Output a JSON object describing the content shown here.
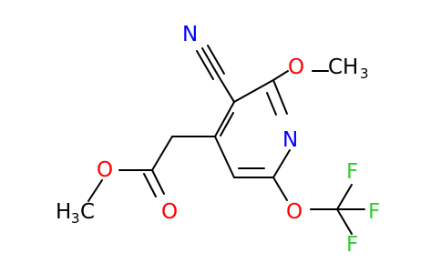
{
  "molecule": {
    "background": "#ffffff",
    "colors": {
      "carbon": "#000000",
      "nitrogen": "#0000ff",
      "oxygen": "#ff0000",
      "fluorine": "#33cc33"
    },
    "atoms": {
      "nitrile_n": "N",
      "ring_n": "N",
      "methoxy_o": "O",
      "methoxy_ch3": "CH",
      "methoxy_ch3_sub": "3",
      "ester_o_single": "O",
      "ester_o_double": "O",
      "ester_ch3": "H",
      "ester_ch3_sub": "3",
      "ester_ch3_c": "C",
      "ocf3_o": "O",
      "f_top": "F",
      "f_right": "F",
      "f_bottom": "F"
    }
  }
}
